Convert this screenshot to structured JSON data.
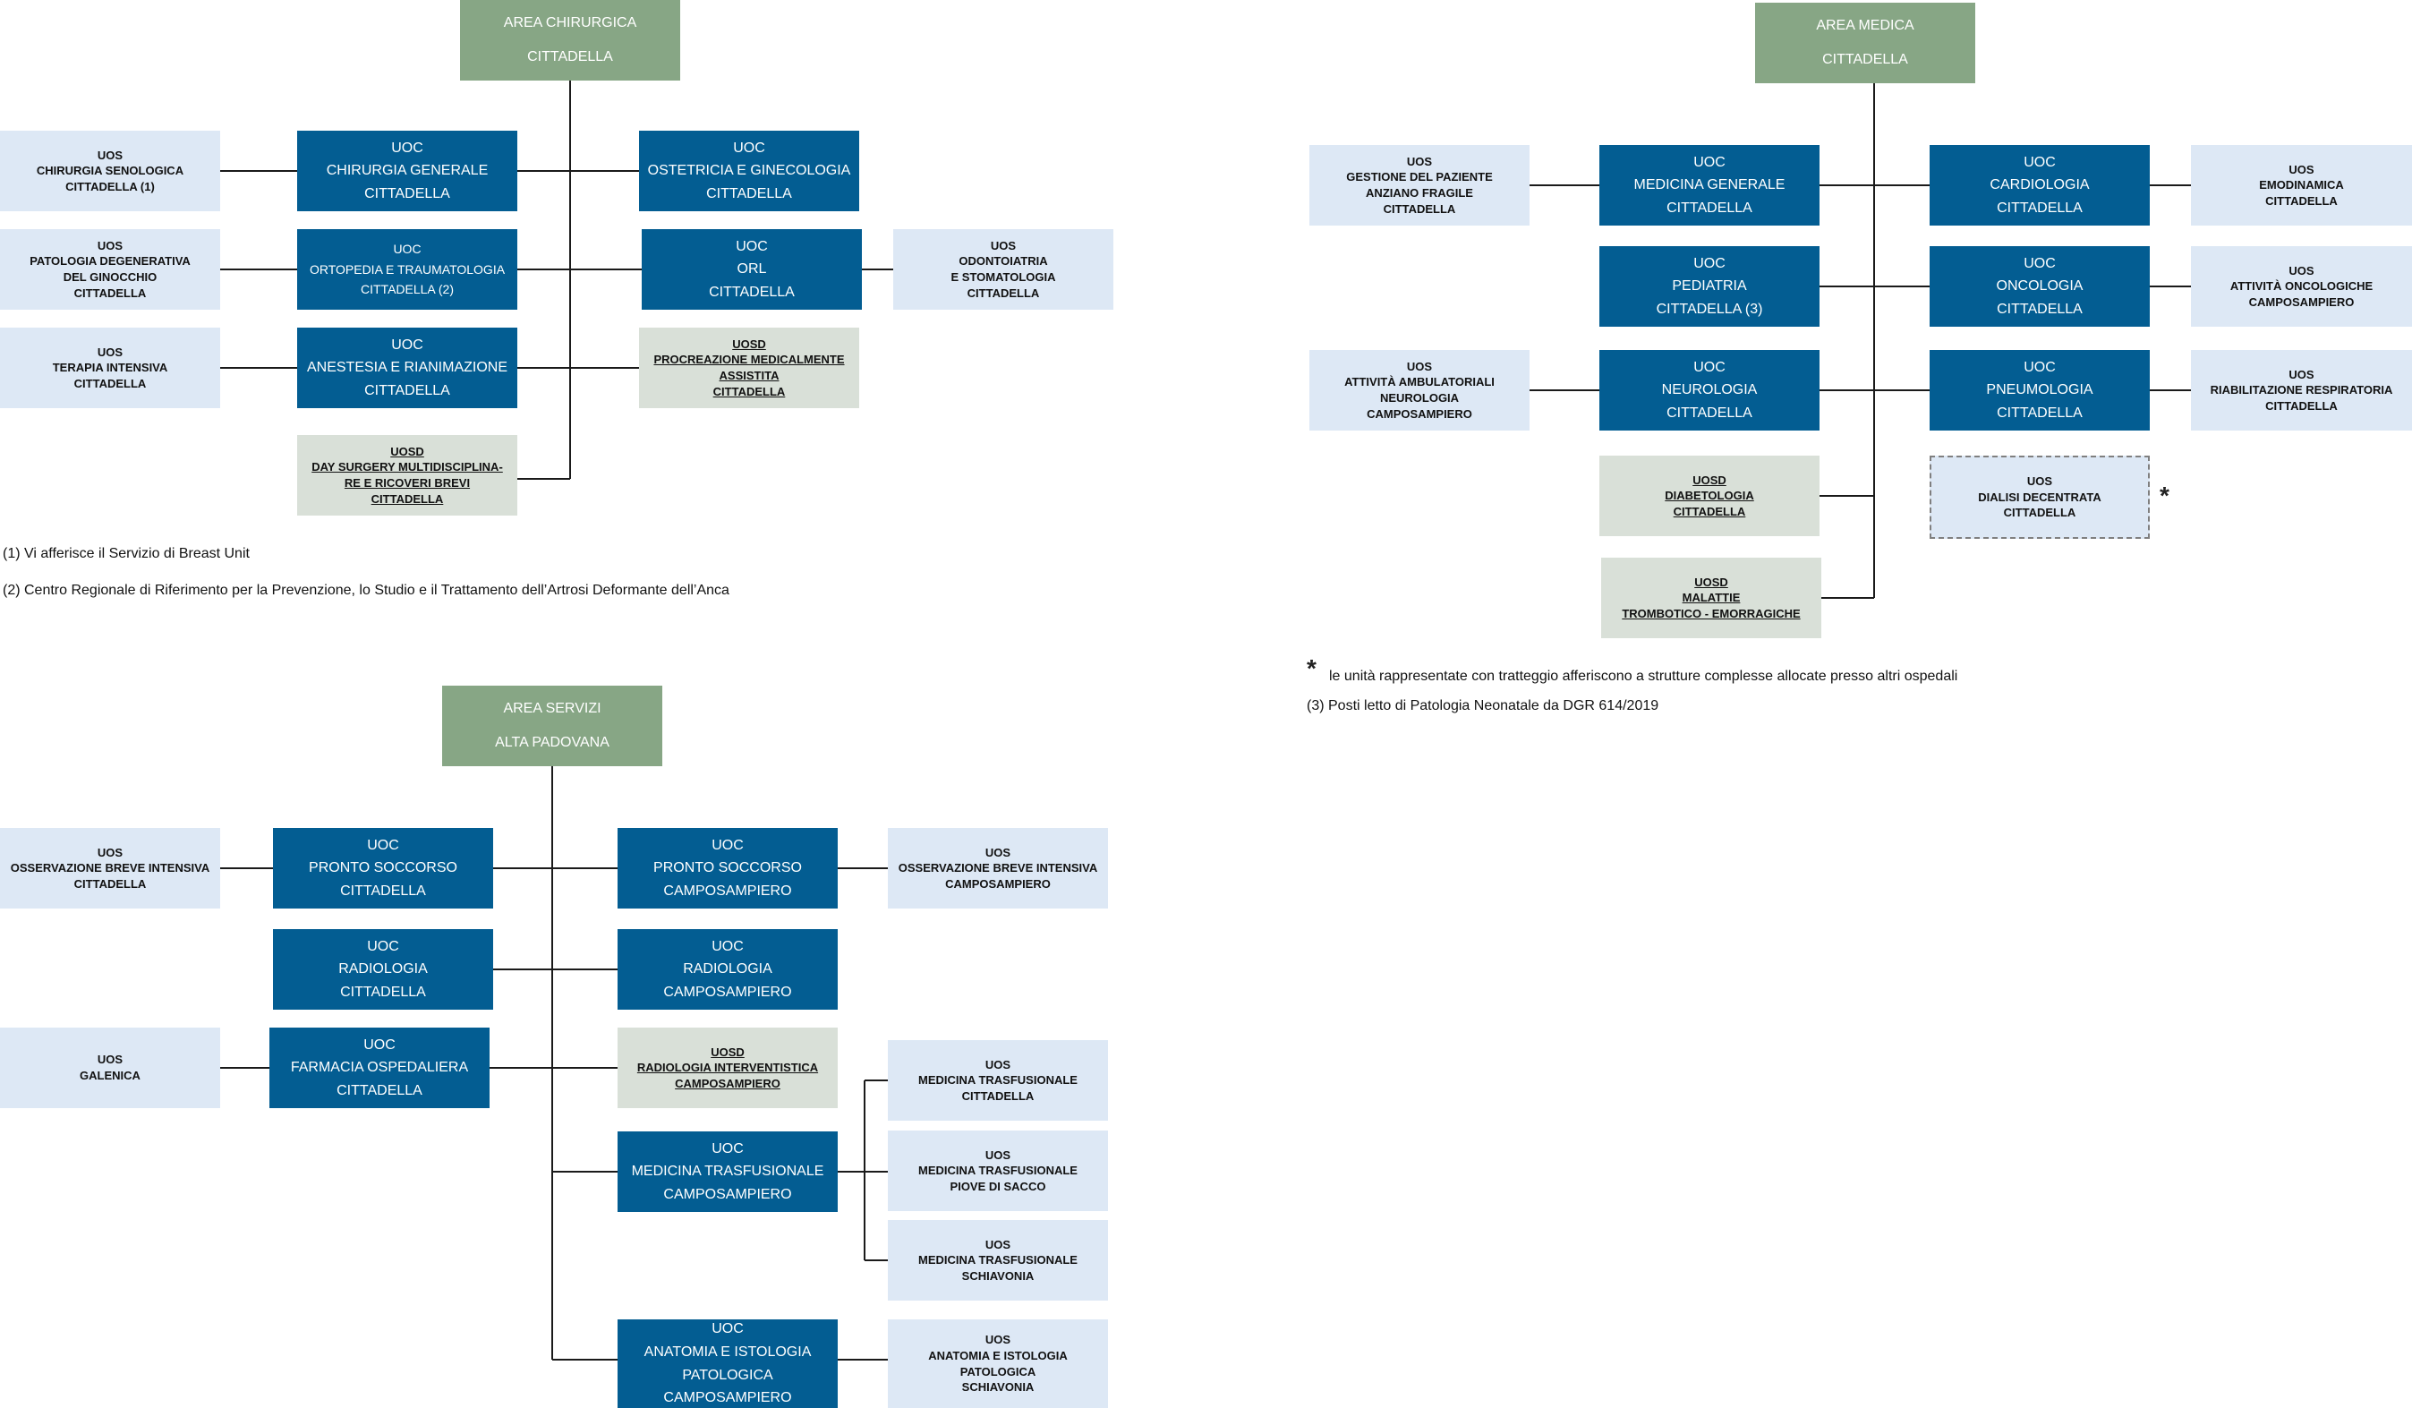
{
  "surgical": {
    "area": [
      "AREA CHIRURGICA",
      "CITTADELLA"
    ],
    "chir_gen": [
      "UOC",
      "CHIRURGIA GENERALE",
      "CITTADELLA"
    ],
    "ostetricia": [
      "UOC",
      "OSTETRICIA E GINECOLOGIA",
      "CITTADELLA"
    ],
    "ortopedia": [
      "UOC",
      "ORTOPEDIA E TRAUMATOLOGIA",
      "CITTADELLA (2)"
    ],
    "orl": [
      "UOC",
      "ORL",
      "CITTADELLA"
    ],
    "anestesia": [
      "UOC",
      "ANESTESIA E RIANIMAZIONE",
      "CITTADELLA"
    ],
    "procreazione": [
      "UOSD",
      "PROCREAZIONE MEDICALMENTE",
      "ASSISTITA",
      "CITTADELLA"
    ],
    "day_surgery": [
      "UOSD",
      "DAY SURGERY  MULTIDISCIPLINA-",
      "RE E RICOVERI BREVI",
      "CITTADELLA"
    ],
    "senologica": [
      "UOS",
      "CHIRURGIA SENOLOGICA",
      "CITTADELLA (1)"
    ],
    "patologia_gin": [
      "UOS",
      "PATOLOGIA DEGENERATIVA",
      "DEL GINOCCHIO",
      "CITTADELLA"
    ],
    "terapia_int": [
      "UOS",
      "TERAPIA INTENSIVA",
      "CITTADELLA"
    ],
    "odontoiatria": [
      "UOS",
      "ODONTOIATRIA",
      "E STOMATOLOGIA",
      "CITTADELLA"
    ],
    "note1": "(1) Vi afferisce il Servizio di Breast Unit",
    "note2": "(2) Centro Regionale di Riferimento per la Prevenzione, lo Studio e il Trattamento dell’Artrosi Deformante dell’Anca"
  },
  "medical": {
    "area": [
      "AREA MEDICA",
      "CITTADELLA"
    ],
    "gestione": [
      "UOS",
      "GESTIONE DEL PAZIENTE",
      "ANZIANO FRAGILE",
      "CITTADELLA"
    ],
    "med_gen": [
      "UOC",
      "MEDICINA GENERALE",
      "CITTADELLA"
    ],
    "cardiologia": [
      "UOC",
      "CARDIOLOGIA",
      "CITTADELLA"
    ],
    "emodinamica": [
      "UOS",
      "EMODINAMICA",
      "CITTADELLA"
    ],
    "pediatria": [
      "UOC",
      "PEDIATRIA",
      "CITTADELLA (3)"
    ],
    "oncologia": [
      "UOC",
      "ONCOLOGIA",
      "CITTADELLA"
    ],
    "att_onco": [
      "UOS",
      "ATTIVITÀ ONCOLOGICHE",
      "CAMPOSAMPIERO"
    ],
    "att_amb": [
      "UOS",
      "ATTIVITÀ  AMBULATORIALI",
      "NEUROLOGIA",
      "CAMPOSAMPIERO"
    ],
    "neurologia": [
      "UOC",
      "NEUROLOGIA",
      "CITTADELLA"
    ],
    "pneumologia": [
      "UOC",
      "PNEUMOLOGIA",
      "CITTADELLA"
    ],
    "riabilitazione": [
      "UOS",
      "RIABILITAZIONE RESPIRATORIA",
      "CITTADELLA"
    ],
    "diabetologia": [
      "UOSD",
      "DIABETOLOGIA",
      "CITTADELLA"
    ],
    "dialisi": [
      "UOS",
      "DIALISI DECENTRATA",
      "CITTADELLA"
    ],
    "malattie": [
      "UOSD",
      "MALATTIE",
      "TROMBOTICO - EMORRAGICHE"
    ],
    "asterisk": "*",
    "note_dashed": "le unità rappresentate con tratteggio afferiscono a strutture complesse allocate presso altri ospedali",
    "note3": "(3) Posti letto di Patologia Neonatale da DGR 614/2019"
  },
  "services": {
    "area": [
      "AREA SERVIZI",
      "ALTA PADOVANA"
    ],
    "obi_citt": [
      "UOS",
      "OSSERVAZIONE BREVE INTENSIVA",
      "CITTADELLA"
    ],
    "ps_citt": [
      "UOC",
      "PRONTO SOCCORSO",
      "CITTADELLA"
    ],
    "ps_camp": [
      "UOC",
      "PRONTO SOCCORSO",
      "CAMPOSAMPIERO"
    ],
    "obi_camp": [
      "UOS",
      "OSSERVAZIONE BREVE INTENSIVA",
      "CAMPOSAMPIERO"
    ],
    "radio_citt": [
      "UOC",
      "RADIOLOGIA",
      "CITTADELLA"
    ],
    "radio_camp": [
      "UOC",
      "RADIOLOGIA",
      "CAMPOSAMPIERO"
    ],
    "galenica": [
      "UOS",
      "GALENICA"
    ],
    "farmacia": [
      "UOC",
      "FARMACIA OSPEDALIERA",
      "CITTADELLA"
    ],
    "radio_int": [
      "UOSD",
      "RADIOLOGIA INTERVENTISTICA",
      "CAMPOSAMPIERO"
    ],
    "trasf_citt": [
      "UOS",
      "MEDICINA TRASFUSIONALE",
      "CITTADELLA"
    ],
    "trasf_uoc": [
      "UOC",
      "MEDICINA TRASFUSIONALE",
      "CAMPOSAMPIERO"
    ],
    "trasf_piove": [
      "UOS",
      "MEDICINA TRASFUSIONALE",
      "PIOVE DI SACCO"
    ],
    "trasf_schia": [
      "UOS",
      "MEDICINA TRASFUSIONALE",
      "SCHIAVONIA"
    ],
    "anatomia_uoc": [
      "UOC",
      "ANATOMIA E ISTOLOGIA",
      "PATOLOGICA",
      "CAMPOSAMPIERO"
    ],
    "anatomia_uos": [
      "UOS",
      "ANATOMIA E ISTOLOGIA",
      "PATOLOGICA",
      "SCHIAVONIA"
    ]
  },
  "colors": {
    "uoc": "#035d92",
    "uos": "#dde8f5",
    "uosd": "#d9e0d8",
    "area": "#87a685",
    "line": "#1a1a1a"
  }
}
